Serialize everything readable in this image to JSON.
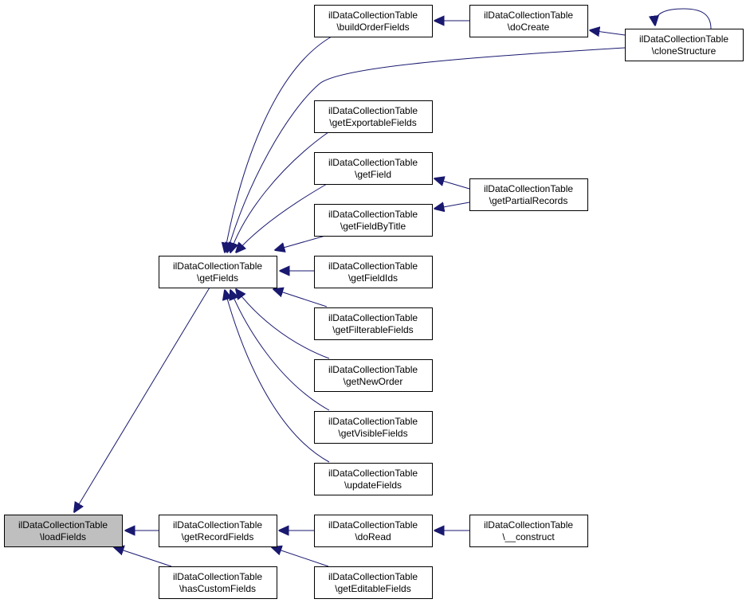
{
  "colors": {
    "edge": "#191970",
    "node_fill": "#ffffff",
    "focus_fill": "#bfbfbf",
    "border": "#000000"
  },
  "nodes": [
    {
      "id": "loadFields",
      "line1": "ilDataCollectionTable",
      "line2": "\\loadFields",
      "focus": true
    },
    {
      "id": "getFields",
      "line1": "ilDataCollectionTable",
      "line2": "\\getFields"
    },
    {
      "id": "getRecordFields",
      "line1": "ilDataCollectionTable",
      "line2": "\\getRecordFields"
    },
    {
      "id": "hasCustomFields",
      "line1": "ilDataCollectionTable",
      "line2": "\\hasCustomFields"
    },
    {
      "id": "buildOrderFields",
      "line1": "ilDataCollectionTable",
      "line2": "\\buildOrderFields"
    },
    {
      "id": "getExportableFields",
      "line1": "ilDataCollectionTable",
      "line2": "\\getExportableFields"
    },
    {
      "id": "getField",
      "line1": "ilDataCollectionTable",
      "line2": "\\getField"
    },
    {
      "id": "getFieldByTitle",
      "line1": "ilDataCollectionTable",
      "line2": "\\getFieldByTitle"
    },
    {
      "id": "getFieldIds",
      "line1": "ilDataCollectionTable",
      "line2": "\\getFieldIds"
    },
    {
      "id": "getFilterableFields",
      "line1": "ilDataCollectionTable",
      "line2": "\\getFilterableFields"
    },
    {
      "id": "getNewOrder",
      "line1": "ilDataCollectionTable",
      "line2": "\\getNewOrder"
    },
    {
      "id": "getVisibleFields",
      "line1": "ilDataCollectionTable",
      "line2": "\\getVisibleFields"
    },
    {
      "id": "updateFields",
      "line1": "ilDataCollectionTable",
      "line2": "\\updateFields"
    },
    {
      "id": "doRead",
      "line1": "ilDataCollectionTable",
      "line2": "\\doRead"
    },
    {
      "id": "getEditableFields",
      "line1": "ilDataCollectionTable",
      "line2": "\\getEditableFields"
    },
    {
      "id": "doCreate",
      "line1": "ilDataCollectionTable",
      "line2": "\\doCreate"
    },
    {
      "id": "cloneStructure",
      "line1": "ilDataCollectionTable",
      "line2": "\\cloneStructure"
    },
    {
      "id": "getPartialRecords",
      "line1": "ilDataCollectionTable",
      "line2": "\\getPartialRecords"
    },
    {
      "id": "construct",
      "line1": "ilDataCollectionTable",
      "line2": "\\__construct"
    }
  ],
  "edges": [
    {
      "from": "getFields",
      "to": "loadFields"
    },
    {
      "from": "getRecordFields",
      "to": "loadFields"
    },
    {
      "from": "hasCustomFields",
      "to": "loadFields"
    },
    {
      "from": "buildOrderFields",
      "to": "getFields"
    },
    {
      "from": "cloneStructure",
      "to": "getFields"
    },
    {
      "from": "getExportableFields",
      "to": "getFields"
    },
    {
      "from": "getField",
      "to": "getFields"
    },
    {
      "from": "getFieldByTitle",
      "to": "getFields"
    },
    {
      "from": "getFieldIds",
      "to": "getFields"
    },
    {
      "from": "getFilterableFields",
      "to": "getFields"
    },
    {
      "from": "getNewOrder",
      "to": "getFields"
    },
    {
      "from": "getVisibleFields",
      "to": "getFields"
    },
    {
      "from": "updateFields",
      "to": "getFields"
    },
    {
      "from": "doCreate",
      "to": "buildOrderFields"
    },
    {
      "from": "cloneStructure",
      "to": "doCreate"
    },
    {
      "from": "cloneStructure",
      "to": "cloneStructure"
    },
    {
      "from": "getPartialRecords",
      "to": "getField"
    },
    {
      "from": "getPartialRecords",
      "to": "getFieldByTitle"
    },
    {
      "from": "doRead",
      "to": "getRecordFields"
    },
    {
      "from": "getEditableFields",
      "to": "getRecordFields"
    },
    {
      "from": "construct",
      "to": "doRead"
    }
  ]
}
